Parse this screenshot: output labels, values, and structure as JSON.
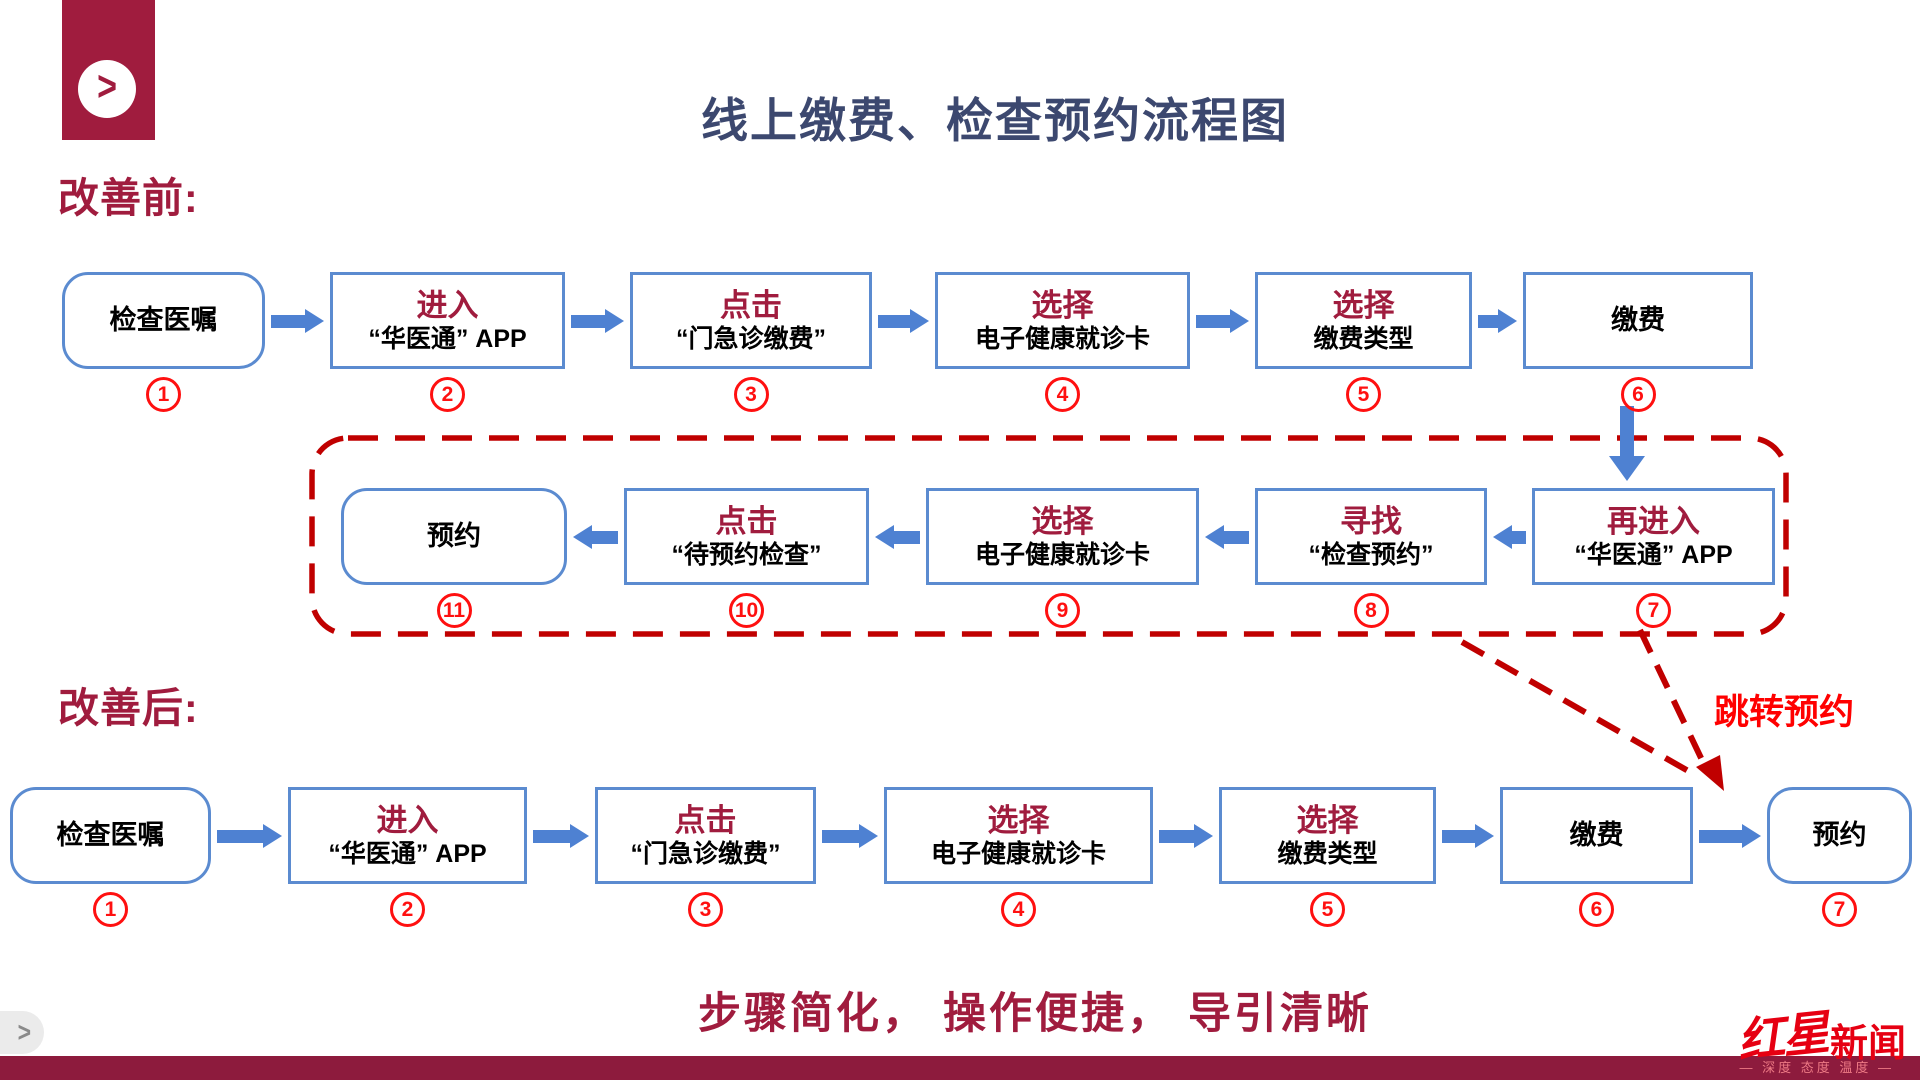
{
  "header": {
    "title": "线上缴费、检查预约流程图",
    "corner_glyph": ">"
  },
  "sections": {
    "before_label": "改善前:",
    "after_label": "改善后:"
  },
  "annotations": {
    "jump_label": "跳转预约",
    "slogan": "步骤简化， 操作便捷， 导引清晰"
  },
  "flow_before_row1": [
    {
      "action": "",
      "object": "检查医嘱",
      "number": "1",
      "shape": "rounded"
    },
    {
      "action": "进入",
      "object": "“华医通” APP",
      "number": "2",
      "shape": "rect"
    },
    {
      "action": "点击",
      "object": "“门急诊缴费”",
      "number": "3",
      "shape": "rect"
    },
    {
      "action": "选择",
      "object": "电子健康就诊卡",
      "number": "4",
      "shape": "rect"
    },
    {
      "action": "选择",
      "object": "缴费类型",
      "number": "5",
      "shape": "rect"
    },
    {
      "action": "",
      "object": "缴费",
      "number": "6",
      "shape": "rect"
    }
  ],
  "flow_before_row2": [
    {
      "action": "",
      "object": "预约",
      "number": "11",
      "shape": "rounded"
    },
    {
      "action": "点击",
      "object": "“待预约检查”",
      "number": "10",
      "shape": "rect"
    },
    {
      "action": "选择",
      "object": "电子健康就诊卡",
      "number": "9",
      "shape": "rect"
    },
    {
      "action": "寻找",
      "object": "“检查预约”",
      "number": "8",
      "shape": "rect"
    },
    {
      "action": "再进入",
      "object": "“华医通” APP",
      "number": "7",
      "shape": "rect"
    }
  ],
  "flow_after": [
    {
      "action": "",
      "object": "检查医嘱",
      "number": "1",
      "shape": "rounded"
    },
    {
      "action": "进入",
      "object": "“华医通” APP",
      "number": "2",
      "shape": "rect"
    },
    {
      "action": "点击",
      "object": "“门急诊缴费”",
      "number": "3",
      "shape": "rect"
    },
    {
      "action": "选择",
      "object": "电子健康就诊卡",
      "number": "4",
      "shape": "rect"
    },
    {
      "action": "选择",
      "object": "缴费类型",
      "number": "5",
      "shape": "rect"
    },
    {
      "action": "",
      "object": "缴费",
      "number": "6",
      "shape": "rect"
    },
    {
      "action": "",
      "object": "预约",
      "number": "7",
      "shape": "rounded"
    }
  ],
  "footer": {
    "brand_script": "红星",
    "brand_bold": "新闻",
    "tagline": "— 深度 态度 温度 —",
    "nav_chevron": ">"
  },
  "colors": {
    "maroon": "#A01C3E",
    "navy": "#3C486F",
    "box_blue": "#5B8BD0",
    "arrow_blue": "#4E81D2",
    "dash_red": "#C00000",
    "num_red": "#FF1010",
    "jump_red": "#FF0000",
    "brand_red": "#E60012",
    "bar_maroon": "#8D1B3D"
  }
}
